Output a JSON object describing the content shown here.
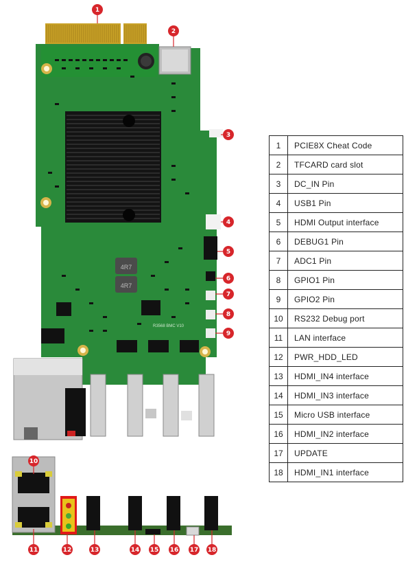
{
  "callouts": [
    {
      "num": "1",
      "label": "PCIE8X Cheat Code"
    },
    {
      "num": "2",
      "label": "TFCARD card slot"
    },
    {
      "num": "3",
      "label": "DC_IN Pin"
    },
    {
      "num": "4",
      "label": "USB1 Pin"
    },
    {
      "num": "5",
      "label": "HDMI Output interface"
    },
    {
      "num": "6",
      "label": "DEBUG1 Pin"
    },
    {
      "num": "7",
      "label": "ADC1 Pin"
    },
    {
      "num": "8",
      "label": "GPIO1 Pin"
    },
    {
      "num": "9",
      "label": "GPIO2 Pin"
    },
    {
      "num": "10",
      "label": "RS232 Debug port"
    },
    {
      "num": "11",
      "label": "LAN interface"
    },
    {
      "num": "12",
      "label": "PWR_HDD_LED"
    },
    {
      "num": "13",
      "label": "HDMI_IN4 interface"
    },
    {
      "num": "14",
      "label": "HDMI_IN3 interface"
    },
    {
      "num": "15",
      "label": "Micro USB interface"
    },
    {
      "num": "16",
      "label": "HDMI_IN2 interface"
    },
    {
      "num": "17",
      "label": "UPDATE"
    },
    {
      "num": "18",
      "label": "HDMI_IN1 interface"
    }
  ],
  "board": {
    "silk_chip1": "4R7",
    "silk_chip2": "4R7",
    "silk_model": "R3568 BMC V10"
  },
  "colors": {
    "pcb": "#2a8a3a",
    "pcb_dark": "#1f6e2c",
    "gold": "#c9a227",
    "badge": "#d7262b",
    "heatsink": "#141414"
  }
}
